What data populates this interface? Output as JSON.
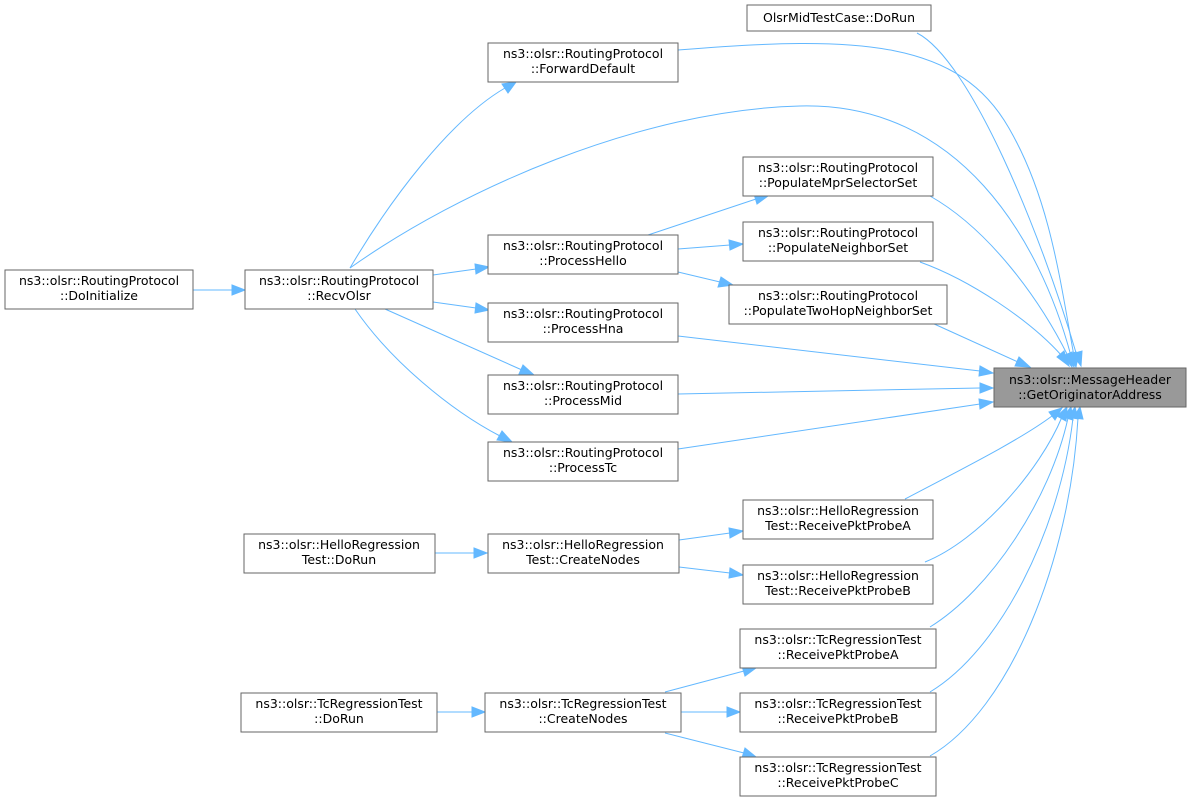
{
  "colors": {
    "edge": "#63b8ff",
    "node_border": "#666666",
    "target_fill": "#999999",
    "node_fill": "#ffffff"
  },
  "nodes": {
    "get_originator_address": {
      "line1": "ns3::olsr::MessageHeader",
      "line2": "::GetOriginatorAddress"
    },
    "olsr_mid_test_case_do_run": {
      "line1": "OlsrMidTestCase::DoRun"
    },
    "forward_default": {
      "line1": "ns3::olsr::RoutingProtocol",
      "line2": "::ForwardDefault"
    },
    "populate_mpr_selector_set": {
      "line1": "ns3::olsr::RoutingProtocol",
      "line2": "::PopulateMprSelectorSet"
    },
    "populate_neighbor_set": {
      "line1": "ns3::olsr::RoutingProtocol",
      "line2": "::PopulateNeighborSet"
    },
    "populate_two_hop_neighbor_set": {
      "line1": "ns3::olsr::RoutingProtocol",
      "line2": "::PopulateTwoHopNeighborSet"
    },
    "process_hello": {
      "line1": "ns3::olsr::RoutingProtocol",
      "line2": "::ProcessHello"
    },
    "process_hna": {
      "line1": "ns3::olsr::RoutingProtocol",
      "line2": "::ProcessHna"
    },
    "process_mid": {
      "line1": "ns3::olsr::RoutingProtocol",
      "line2": "::ProcessMid"
    },
    "process_tc": {
      "line1": "ns3::olsr::RoutingProtocol",
      "line2": "::ProcessTc"
    },
    "recv_olsr": {
      "line1": "ns3::olsr::RoutingProtocol",
      "line2": "::RecvOlsr"
    },
    "do_initialize": {
      "line1": "ns3::olsr::RoutingProtocol",
      "line2": "::DoInitialize"
    },
    "hello_receive_pkt_probe_a": {
      "line1": "ns3::olsr::HelloRegression",
      "line2": "Test::ReceivePktProbeA"
    },
    "hello_receive_pkt_probe_b": {
      "line1": "ns3::olsr::HelloRegression",
      "line2": "Test::ReceivePktProbeB"
    },
    "hello_create_nodes": {
      "line1": "ns3::olsr::HelloRegression",
      "line2": "Test::CreateNodes"
    },
    "hello_do_run": {
      "line1": "ns3::olsr::HelloRegression",
      "line2": "Test::DoRun"
    },
    "tc_receive_pkt_probe_a": {
      "line1": "ns3::olsr::TcRegressionTest",
      "line2": "::ReceivePktProbeA"
    },
    "tc_receive_pkt_probe_b": {
      "line1": "ns3::olsr::TcRegressionTest",
      "line2": "::ReceivePktProbeB"
    },
    "tc_receive_pkt_probe_c": {
      "line1": "ns3::olsr::TcRegressionTest",
      "line2": "::ReceivePktProbeC"
    },
    "tc_create_nodes": {
      "line1": "ns3::olsr::TcRegressionTest",
      "line2": "::CreateNodes"
    },
    "tc_do_run": {
      "line1": "ns3::olsr::TcRegressionTest",
      "line2": "::DoRun"
    }
  },
  "edges": [
    {
      "from": "olsr_mid_test_case_do_run",
      "to": "get_originator_address"
    },
    {
      "from": "forward_default",
      "to": "get_originator_address"
    },
    {
      "from": "recv_olsr",
      "to": "get_originator_address"
    },
    {
      "from": "populate_mpr_selector_set",
      "to": "get_originator_address"
    },
    {
      "from": "populate_neighbor_set",
      "to": "get_originator_address"
    },
    {
      "from": "populate_two_hop_neighbor_set",
      "to": "get_originator_address"
    },
    {
      "from": "process_hna",
      "to": "get_originator_address"
    },
    {
      "from": "process_mid",
      "to": "get_originator_address"
    },
    {
      "from": "process_tc",
      "to": "get_originator_address"
    },
    {
      "from": "hello_receive_pkt_probe_a",
      "to": "get_originator_address"
    },
    {
      "from": "hello_receive_pkt_probe_b",
      "to": "get_originator_address"
    },
    {
      "from": "tc_receive_pkt_probe_a",
      "to": "get_originator_address"
    },
    {
      "from": "tc_receive_pkt_probe_b",
      "to": "get_originator_address"
    },
    {
      "from": "tc_receive_pkt_probe_c",
      "to": "get_originator_address"
    },
    {
      "from": "recv_olsr",
      "to": "forward_default"
    },
    {
      "from": "process_hello",
      "to": "populate_mpr_selector_set"
    },
    {
      "from": "process_hello",
      "to": "populate_neighbor_set"
    },
    {
      "from": "process_hello",
      "to": "populate_two_hop_neighbor_set"
    },
    {
      "from": "recv_olsr",
      "to": "process_hello"
    },
    {
      "from": "recv_olsr",
      "to": "process_hna"
    },
    {
      "from": "recv_olsr",
      "to": "process_mid"
    },
    {
      "from": "recv_olsr",
      "to": "process_tc"
    },
    {
      "from": "do_initialize",
      "to": "recv_olsr"
    },
    {
      "from": "hello_create_nodes",
      "to": "hello_receive_pkt_probe_a"
    },
    {
      "from": "hello_create_nodes",
      "to": "hello_receive_pkt_probe_b"
    },
    {
      "from": "hello_do_run",
      "to": "hello_create_nodes"
    },
    {
      "from": "tc_create_nodes",
      "to": "tc_receive_pkt_probe_a"
    },
    {
      "from": "tc_create_nodes",
      "to": "tc_receive_pkt_probe_b"
    },
    {
      "from": "tc_create_nodes",
      "to": "tc_receive_pkt_probe_c"
    },
    {
      "from": "tc_do_run",
      "to": "tc_create_nodes"
    }
  ]
}
